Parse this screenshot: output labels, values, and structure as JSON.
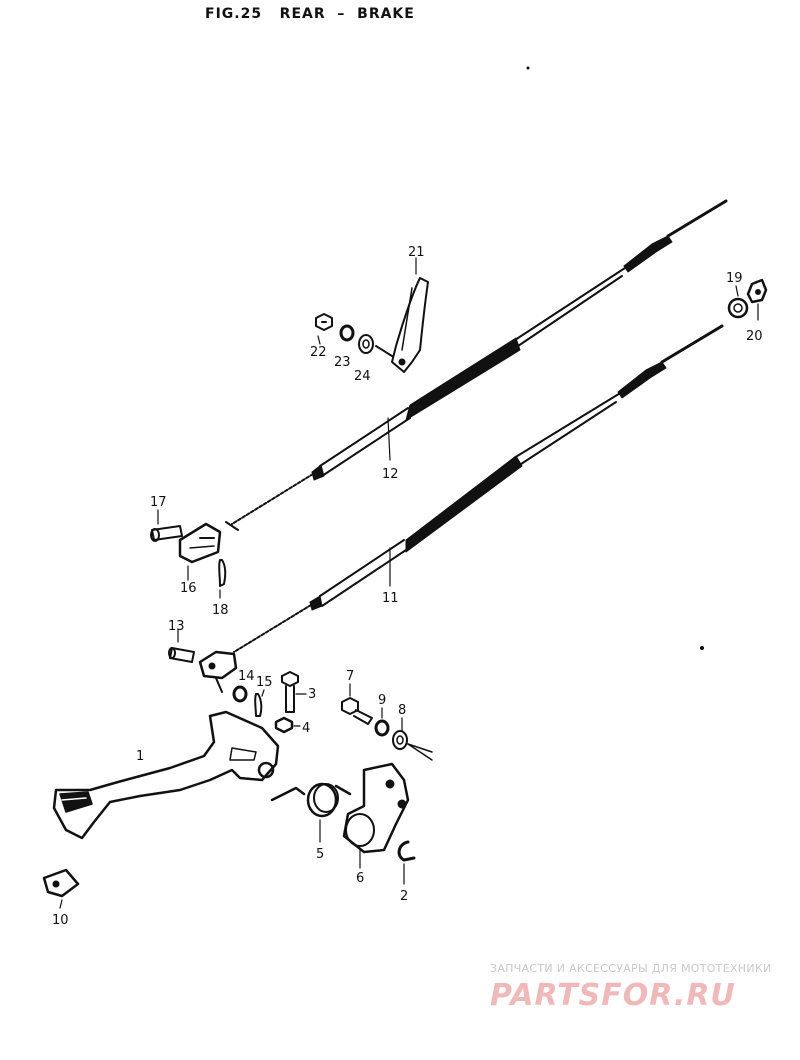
{
  "figure": {
    "title": "FIG.25   REAR  –  BRAKE"
  },
  "callouts": {
    "p1": "1",
    "p2": "2",
    "p3": "3",
    "p4": "4",
    "p5": "5",
    "p6": "6",
    "p7": "7",
    "p8": "8",
    "p9": "9",
    "p10": "10",
    "p11": "11",
    "p12": "12",
    "p13": "13",
    "p14": "14",
    "p15": "15",
    "p16": "16",
    "p17": "17",
    "p18": "18",
    "p19": "19",
    "p20": "20",
    "p21": "21",
    "p22": "22",
    "p23": "23",
    "p24": "24"
  },
  "watermark": {
    "caption": "ЗАПЧАСТИ И АКСЕССУАРЫ ДЛЯ МОТОТЕХНИКИ",
    "logo": "PARTSFOR.RU"
  },
  "colors": {
    "ink": "#111111",
    "watermark_logo": "#f0b9b9",
    "watermark_caption": "#c9c9c9"
  }
}
